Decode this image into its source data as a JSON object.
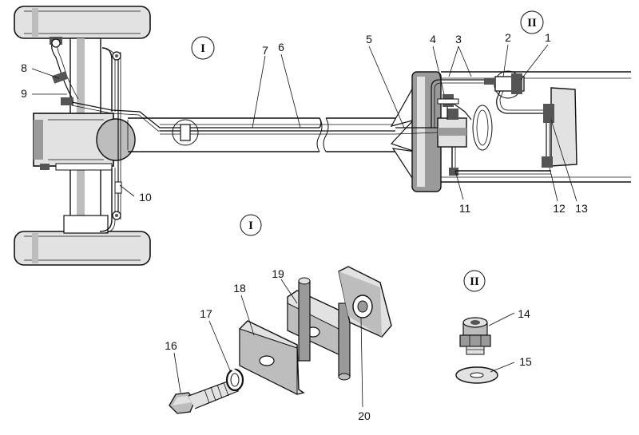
{
  "callouts": {
    "c1": "1",
    "c2": "2",
    "c3": "3",
    "c4": "4",
    "c5": "5",
    "c6": "6",
    "c7": "7",
    "c8": "8",
    "c9": "9",
    "c10": "10",
    "c11": "11",
    "c12": "12",
    "c13": "13",
    "c14": "14",
    "c15": "15",
    "c16": "16",
    "c17": "17",
    "c18": "18",
    "c19": "19",
    "c20": "20"
  },
  "views": {
    "view_i_marker": "I",
    "view_ii_marker": "II",
    "view_i_title": "I",
    "view_ii_title": "II"
  }
}
